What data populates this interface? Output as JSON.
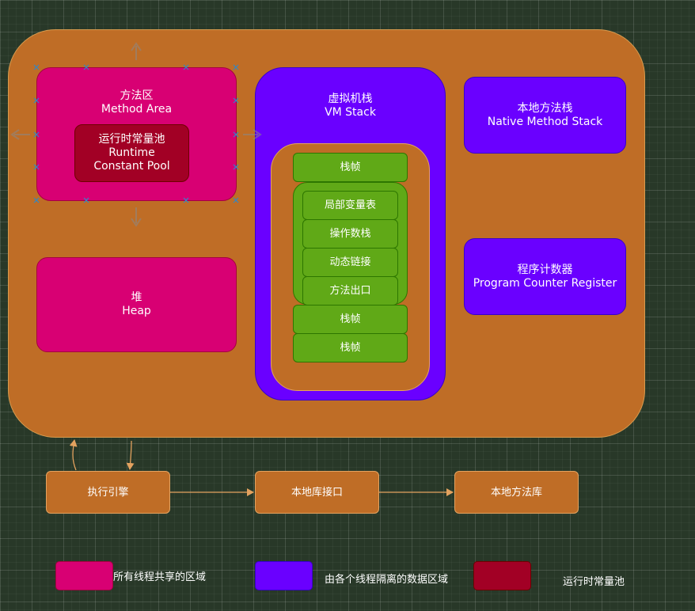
{
  "runtime_area": {},
  "method_area": {
    "title_cn": "方法区",
    "title_en": "Method Area"
  },
  "runtime_pool": {
    "title_cn": "运行时常量池",
    "title_en": "Runtime Constant Pool"
  },
  "heap": {
    "title_cn": "堆",
    "title_en": "Heap"
  },
  "vm_stack": {
    "title_cn": "虚拟机栈",
    "title_en": "VM Stack",
    "frame_label": "栈帧",
    "frame_parts": [
      "局部变量表",
      "操作数栈",
      "动态链接",
      "方法出口"
    ]
  },
  "native_stack": {
    "title_cn": "本地方法栈",
    "title_en": "Native Method Stack"
  },
  "pc_register": {
    "title_cn": "程序计数器",
    "title_en": "Program Counter Register"
  },
  "bottom": {
    "engine": "执行引擎",
    "native_interface": "本地库接口",
    "native_library": "本地方法库"
  },
  "legend": {
    "shared": "所有线程共享的区域",
    "isolated": "由各个线程隔离的数据区域",
    "pool": "运行时常量池"
  },
  "colors": {
    "shared": "#d80073",
    "isolated": "#6a00ff",
    "pool": "#a20025",
    "frame": "#60a917",
    "runtime_area": "#bf6d26",
    "background": "#283828"
  }
}
